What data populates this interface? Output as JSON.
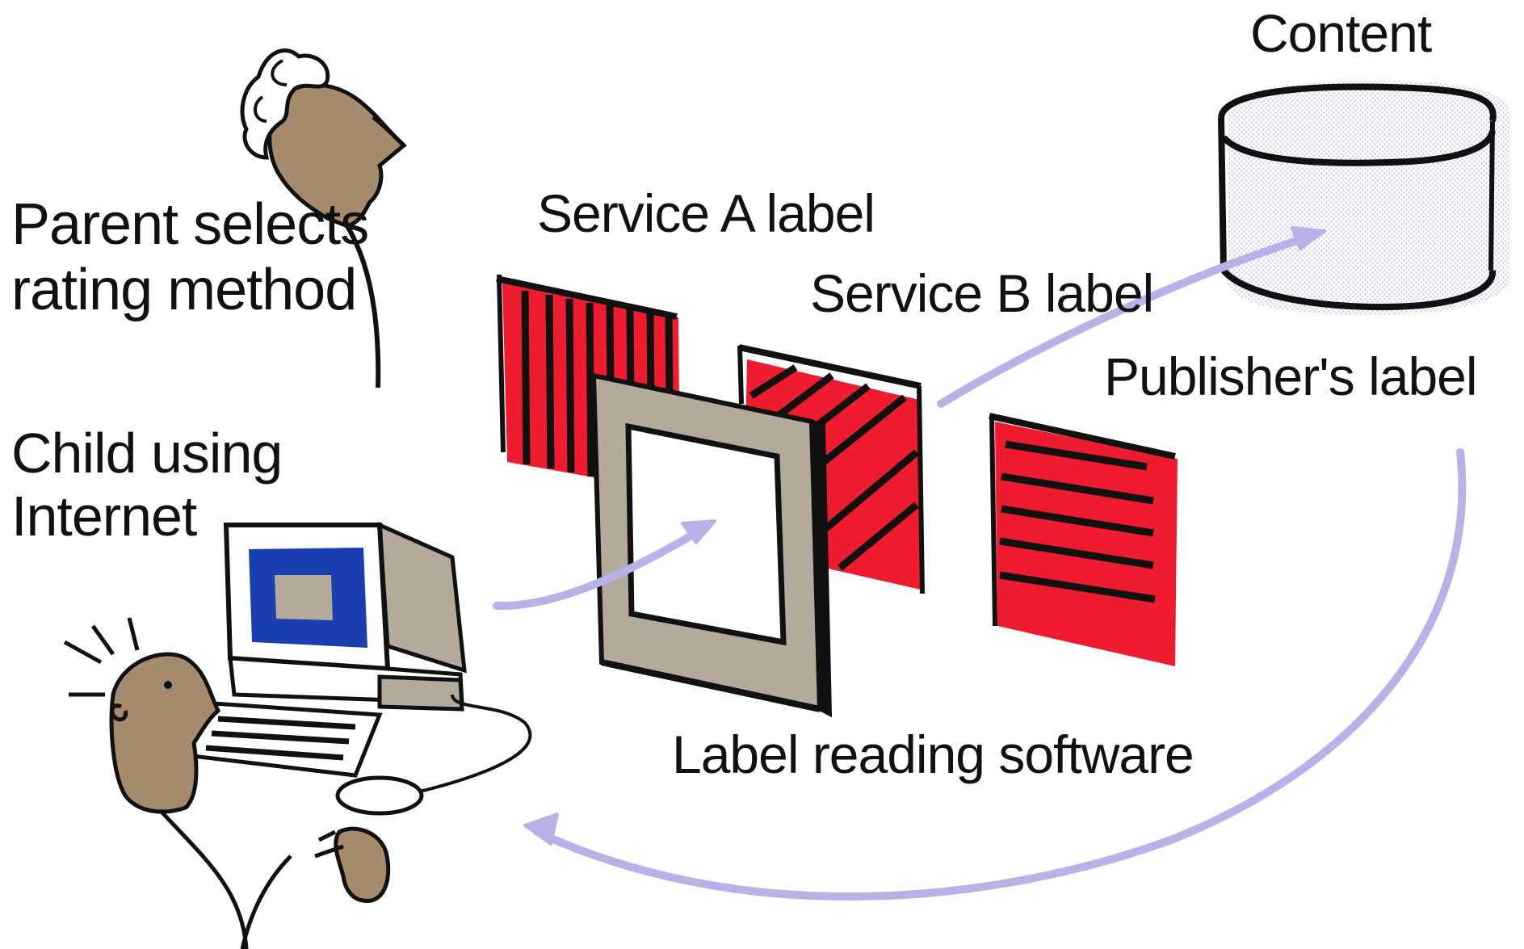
{
  "labels": {
    "parent_line1": "Parent selects",
    "parent_line2": "rating method",
    "child_line1": "Child using",
    "child_line2": "Internet",
    "service_a": "Service A label",
    "service_b": "Service B label",
    "publisher": "Publisher's label",
    "content": "Content",
    "software": "Label reading software"
  },
  "colors": {
    "label_red": "#ee1c2e",
    "skin": "#a68a6e",
    "screen_blue": "#1a3fb0",
    "frame_gray": "#b3aa9c",
    "arrow_lavender": "#b8b2e8",
    "ink": "#111111"
  },
  "icons": {
    "parent": "parent-figure-icon",
    "child": "child-figure-icon",
    "computer": "computer-icon",
    "content": "database-cylinder-icon",
    "software": "software-frame-icon"
  }
}
